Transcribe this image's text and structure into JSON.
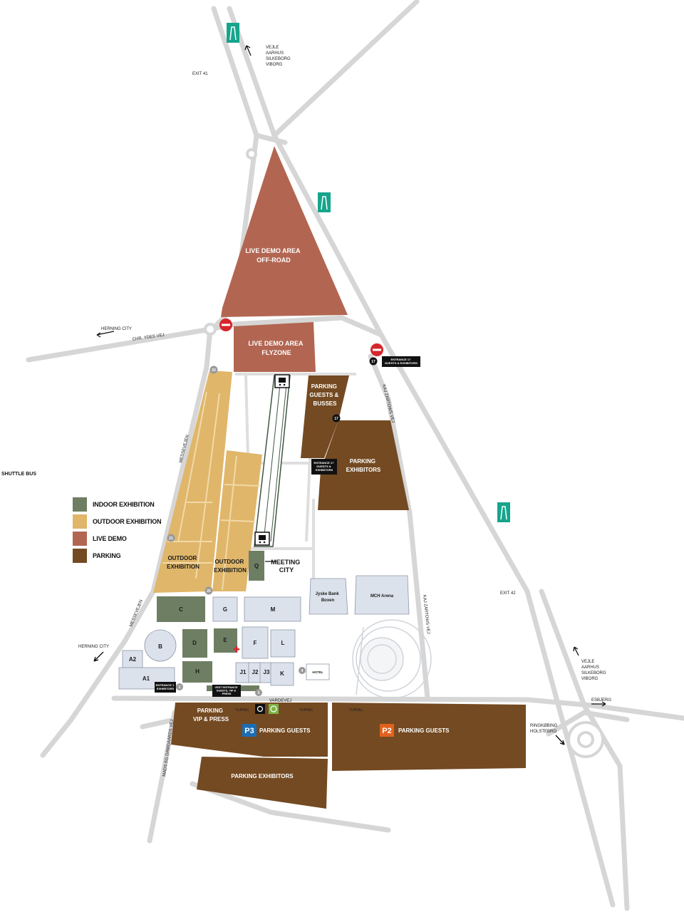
{
  "colors": {
    "indoor": "#6e7e63",
    "outdoor": "#e0b66a",
    "live_demo": "#b26652",
    "parking": "#744a22",
    "hall": "#dce2ec",
    "road": "#dddddd",
    "green_sign": "#16a58c",
    "p3": "#1a6db5",
    "p2": "#e2621d"
  },
  "legend": [
    {
      "label": "INDOOR EXHIBITION",
      "color": "#6e7e63"
    },
    {
      "label": "OUTDOOR EXHIBITION",
      "color": "#e0b66a"
    },
    {
      "label": "LIVE DEMO",
      "color": "#b26652"
    },
    {
      "label": "PARKING",
      "color": "#744a22"
    }
  ],
  "shuttle_bus": "SHUTTLE BUS",
  "areas": {
    "live_offroad": [
      "LIVE DEMO AREA",
      "OFF-ROAD"
    ],
    "live_flyzone": [
      "LIVE DEMO AREA",
      "FLYZONE"
    ],
    "parking_guests_busses": [
      "PARKING",
      "GUESTS &",
      "BUSSES"
    ],
    "parking_exhibitors_east": [
      "PARKING",
      "EXHIBITORS"
    ],
    "outdoor_west": [
      "OUTDOOR",
      "EXHIBITION"
    ],
    "outdoor_mid": [
      "OUTDOOR",
      "EXHIBITION"
    ],
    "meeting_city": [
      "MEETING",
      "CITY"
    ],
    "parking_vip": [
      "PARKING",
      "VIP & PRESS"
    ],
    "parking_guests_p3": "PARKING GUESTS",
    "parking_guests_p2": "PARKING GUESTS",
    "parking_exhibitors_south": "PARKING EXHIBITORS",
    "p3_badge": "P3",
    "p2_badge": "P2"
  },
  "halls": {
    "c": "C",
    "g": "G",
    "m": "M",
    "d": "D",
    "e": "E",
    "f": "F",
    "l": "L",
    "b": "B",
    "a2": "A2",
    "a1": "A1",
    "h": "H",
    "j1": "J1",
    "j2": "J2",
    "j3": "J3",
    "k": "K",
    "q": "Q",
    "jyske": [
      "Jyske Bank",
      "Boxen"
    ],
    "mch": "MCH Arena",
    "hotel": "HOTEL"
  },
  "roads": {
    "directions_north": [
      "VEJLE",
      "AARHUS",
      "SILKEBORG",
      "VIBORG"
    ],
    "directions_east": [
      "VEJLE",
      "AARHUS",
      "SILKEBORG",
      "VIBORG"
    ],
    "exit41": "EXIT 41",
    "exit42": "EXIT 42",
    "herning_city_top": "HERNING CITY",
    "herning_city_left": "HERNING CITY",
    "chr_ydes_vej": "CHR. YDES VEJ",
    "messevejen_top": "MESSEVEJEN",
    "messevejen_bottom": "MESSEVEJEN",
    "kaj_zartows_vej_top": "KAJ ZARTOWS VEJ",
    "kaj_zartows_vej_bottom": "KAJ ZARTOWS VEJ",
    "vardevej": "VARDEVEJ",
    "esbjerg": "ESBJERG",
    "ringkobing": [
      "RINGKØBING",
      "HOLSTEBRO"
    ],
    "mads_eg": "MADS EG DAMGAARDS VEJ",
    "tunnel_1": "TUNNEL",
    "tunnel_2": "TUNNEL",
    "tunnel_3": "TUNNEL"
  },
  "entrances": {
    "e17_top": [
      "ENTRANCE 17",
      "GUESTS & EXHIBITORS"
    ],
    "e17_mid": [
      "ENTRANCE 17",
      "GUESTS &",
      "EXHIBITORS"
    ],
    "e1": [
      "ENTRANCE 1",
      "EXHIBITORS"
    ],
    "vest": [
      "VEST ENTRANCE",
      "GUESTS, VIP &",
      "PRESS"
    ]
  },
  "markers": {
    "m17a": "17",
    "m17b": "17",
    "m20": "20",
    "m21": "21",
    "m25": "25",
    "m1": "1",
    "m3": "3",
    "m4": "4"
  }
}
